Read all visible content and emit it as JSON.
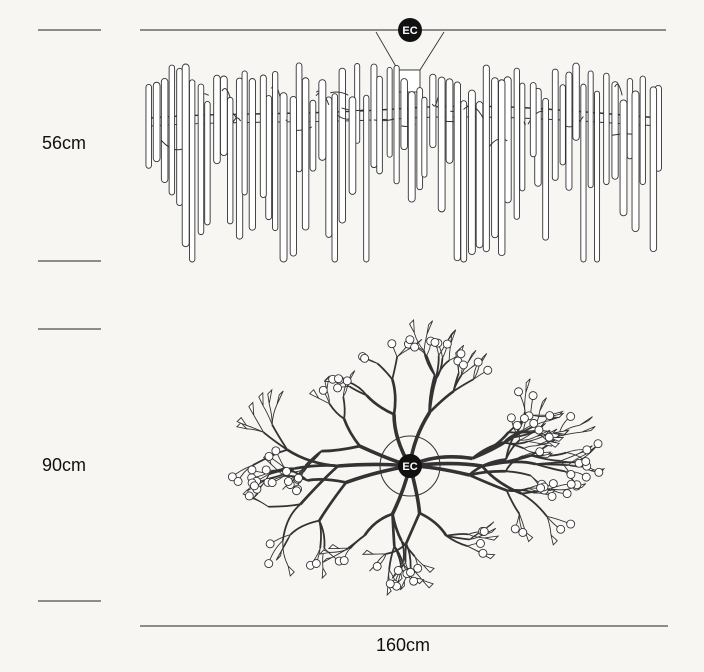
{
  "dimensions": {
    "height_side": "56cm",
    "depth_top": "90cm",
    "width": "160cm"
  },
  "badge": {
    "side_view": "EC",
    "top_view": "EC"
  },
  "colors": {
    "background": "#f8f6f2",
    "line": "#222222",
    "badge": "#111111"
  }
}
